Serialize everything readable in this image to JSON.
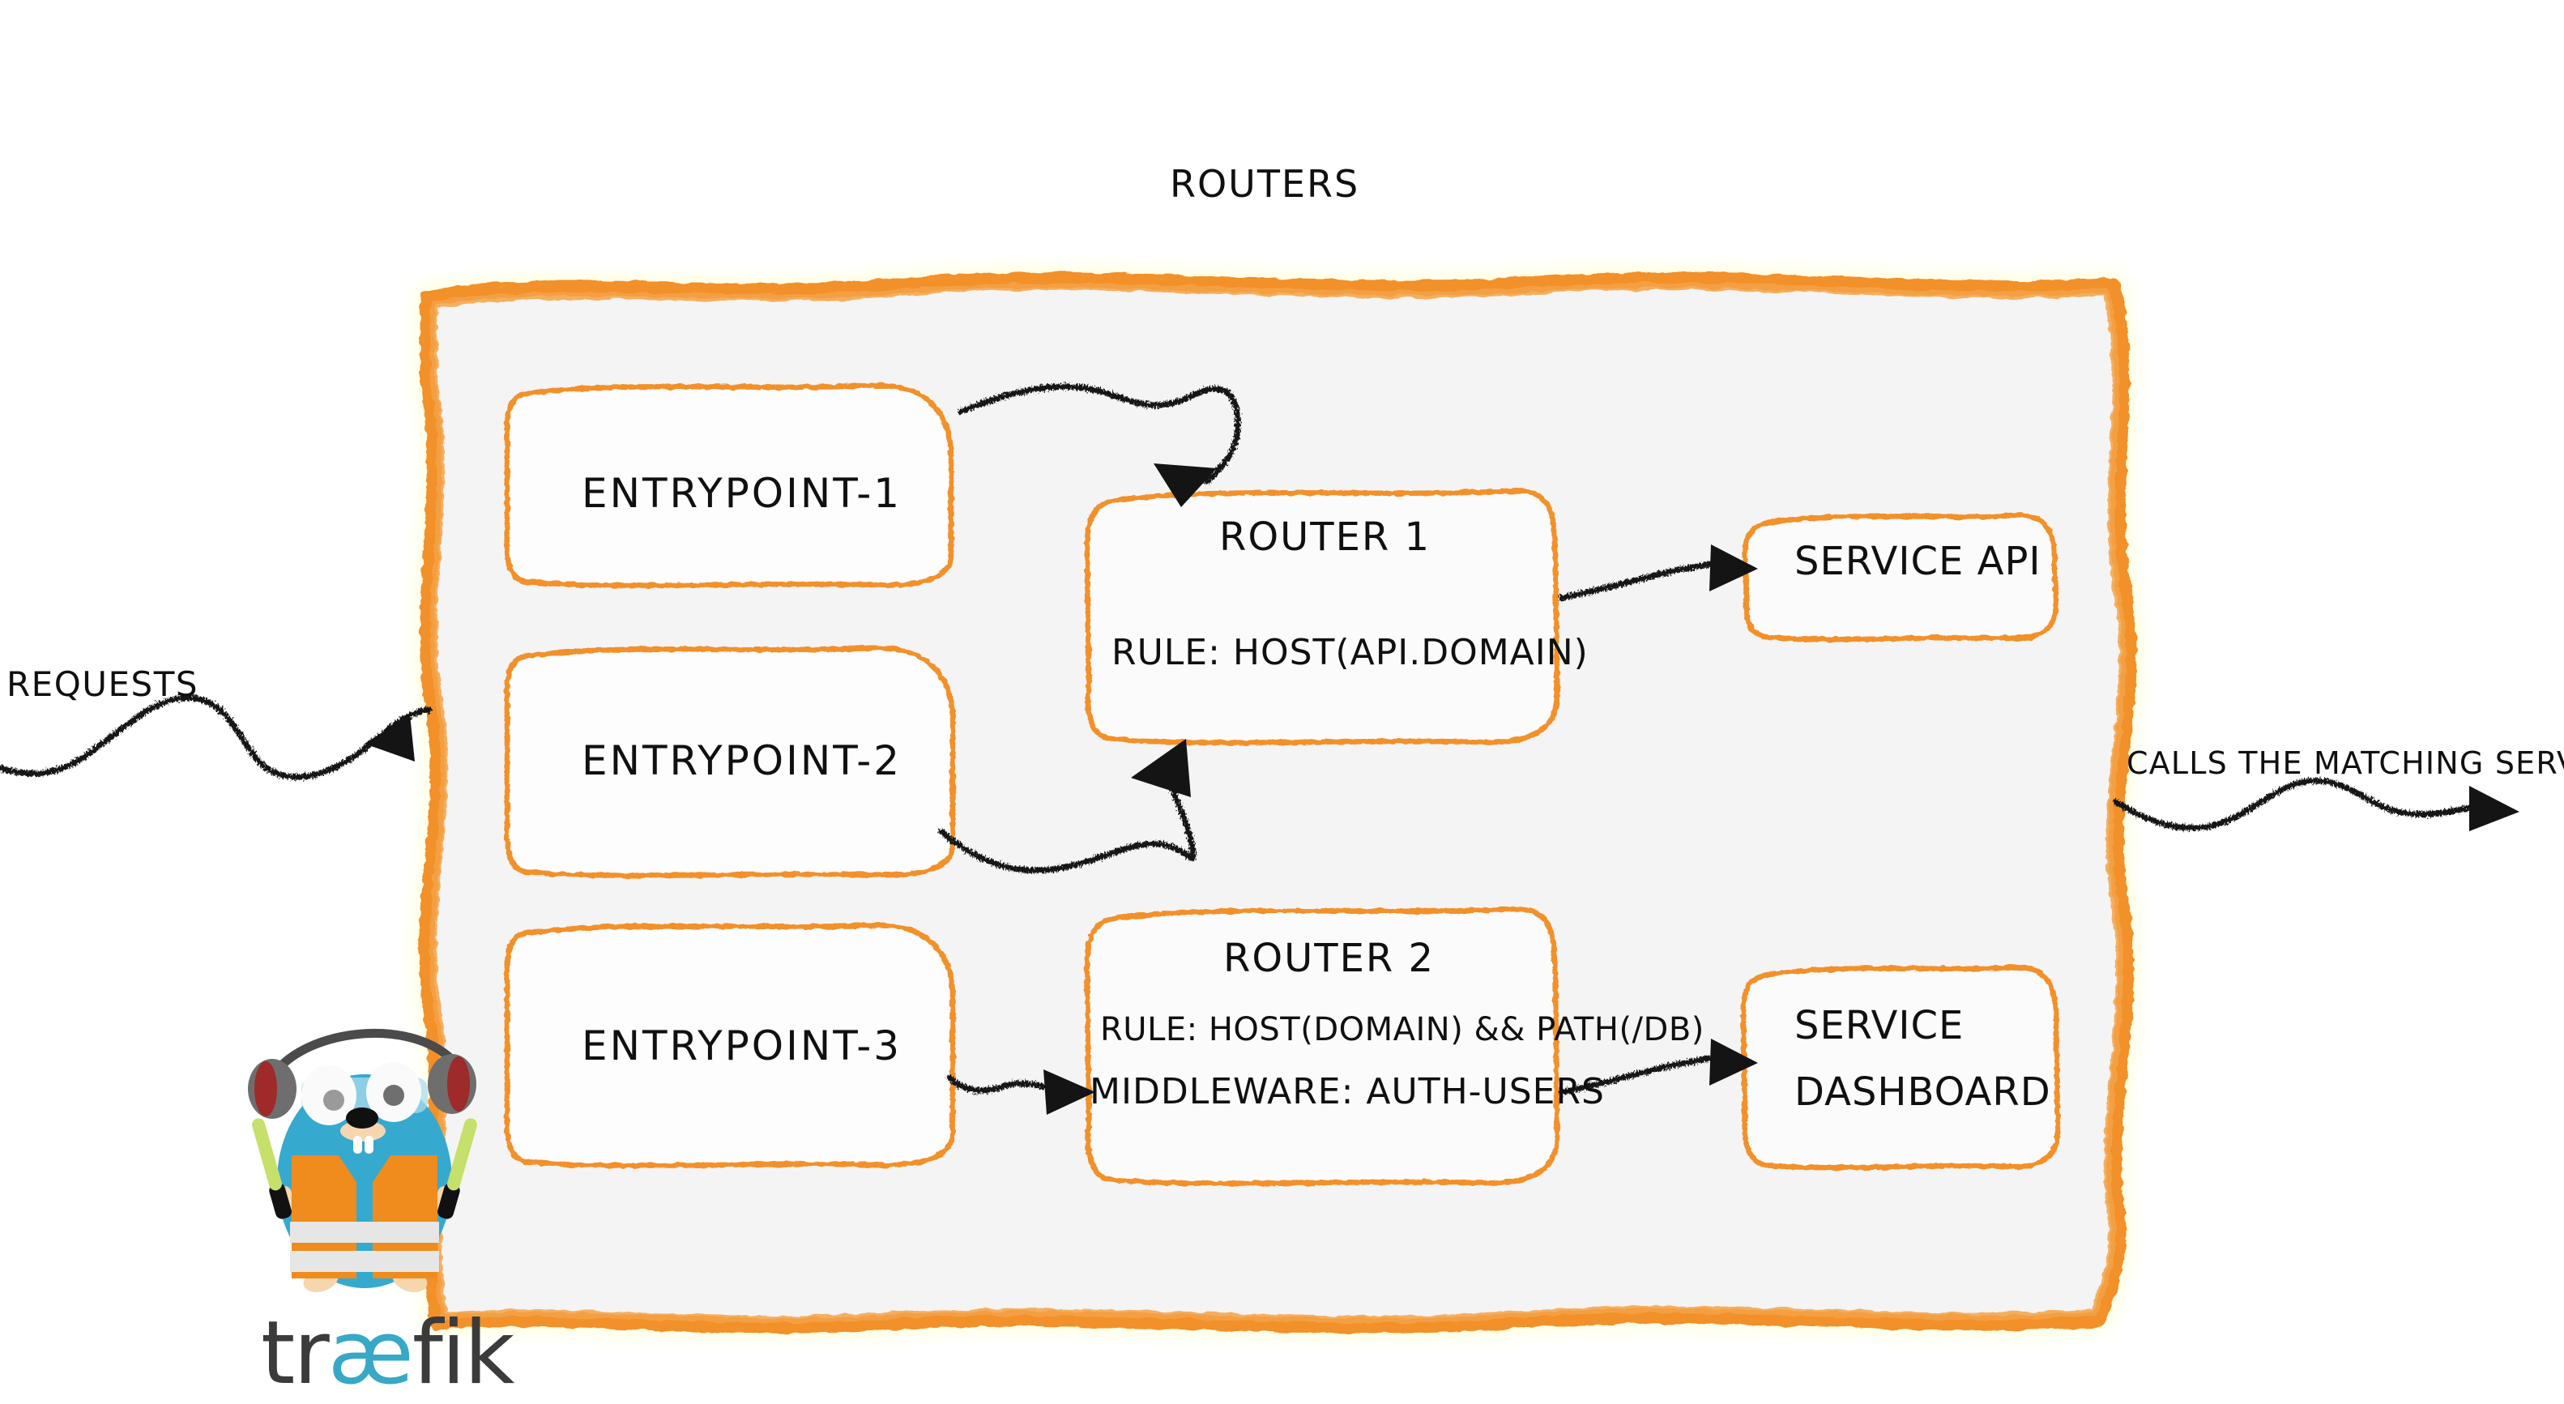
{
  "diagram": {
    "title": "Routers",
    "colors": {
      "orange": "#F2902A",
      "orange_light": "#F5A94B",
      "panel_fill": "#F4F4F4",
      "ink": "#101010",
      "gopher_body": "#36A9CE",
      "gopher_vest": "#F08B1D",
      "gopher_wand": "#C5E06B",
      "logo_dark": "#3B3B3B",
      "logo_accent": "#37A8C6"
    }
  },
  "entrypoints": [
    {
      "label": "entrypoint-1"
    },
    {
      "label": "entrypoint-2"
    },
    {
      "label": "entrypoint-3"
    }
  ],
  "routers": [
    {
      "name": "Router 1",
      "rule": "rule: Host(api.domain)",
      "middleware": ""
    },
    {
      "name": "Router 2",
      "rule": "rule: Host(domain) && Path(/db)",
      "middleware": "Middleware: auth-users"
    }
  ],
  "services": [
    {
      "label": "Service API",
      "lines": [
        "Service API"
      ]
    },
    {
      "label": "Service Dashboard",
      "lines": [
        "Service",
        "Dashboard"
      ]
    }
  ],
  "annotations": {
    "requests": "Requests",
    "calls": "Calls the matching server"
  },
  "logo": {
    "part1": "tr",
    "part2": "æ",
    "part3": "fik",
    "full": "træfik"
  }
}
